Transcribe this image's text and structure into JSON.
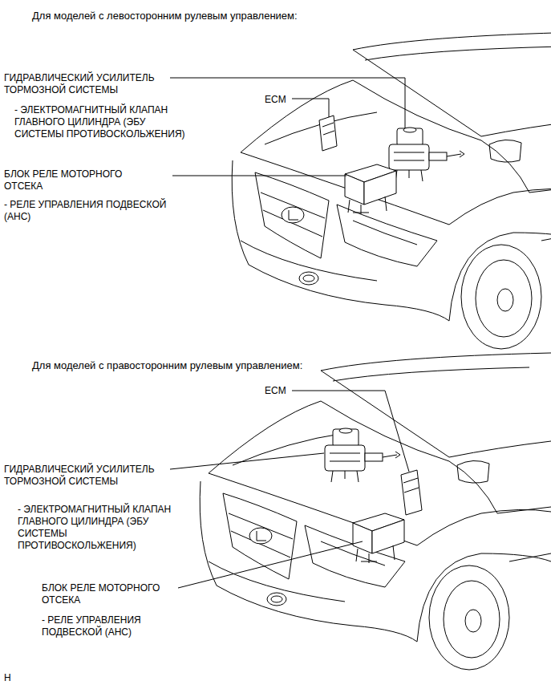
{
  "diagram": {
    "labels": [
      "Для моделей с левосторонним рулевым управлением:",
      "ГИДРАВЛИЧЕСКИЙ УСИЛИТЕЛЬ ТОРМОЗНОЙ СИСТЕМЫ",
      "ECM",
      "- ЭЛЕКТРОМАГНИТНЫЙ КЛАПАН ГЛАВНОГО ЦИЛИНДРА (ЭБУ СИСТЕМЫ ПРОТИВОСКОЛЬЖЕНИЯ)",
      "БЛОК РЕЛЕ МОТОРНОГО ОТСЕКА",
      "- РЕЛЕ УПРАВЛЕНИЯ ПОДВЕСКОЙ (AHC)",
      "Для моделей с правосторонним рулевым управлением:",
      "ECM",
      "ГИДРАВЛИЧЕСКИЙ УСИЛИТЕЛЬ ТОРМОЗНОЙ СИСТЕМЫ",
      "- ЭЛЕКТРОМАГНИТНЫЙ КЛАПАН ГЛАВНОГО ЦИЛИНДРА (ЭБУ СИСТЕМЫ ПРОТИВОСКОЛЬЖЕНИЯ)",
      "БЛОК РЕЛЕ МОТОРНОГО ОТСЕКА",
      "- РЕЛЕ УПРАВЛЕНИЯ ПОДВЕСКОЙ (AHC)",
      "H"
    ]
  }
}
